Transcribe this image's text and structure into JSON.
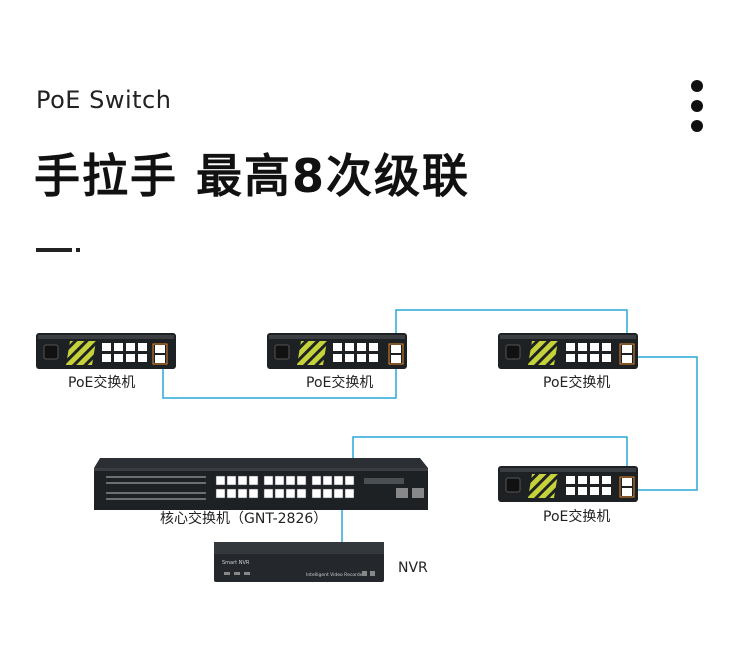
{
  "header": {
    "subtitle": "PoE Switch",
    "headline": "手拉手 最高8次级联"
  },
  "devices": {
    "poe_switch_1_label": "PoE交换机",
    "poe_switch_2_label": "PoE交换机",
    "poe_switch_3_label": "PoE交换机",
    "poe_switch_4_label": "PoE交换机",
    "core_switch_label": "核心交换机（GNT-2826）",
    "nvr_label": "NVR",
    "nvr_brand_text": "Smart NVR",
    "nvr_front_text": "Intelligent Video Recorder"
  },
  "colors": {
    "cable": "#2aa7d8",
    "device_body": "#1e2124",
    "poe_panel": "#c6d23a",
    "port_fill": "#ffffff"
  },
  "icons": {
    "more": "vertical-ellipsis-icon"
  }
}
